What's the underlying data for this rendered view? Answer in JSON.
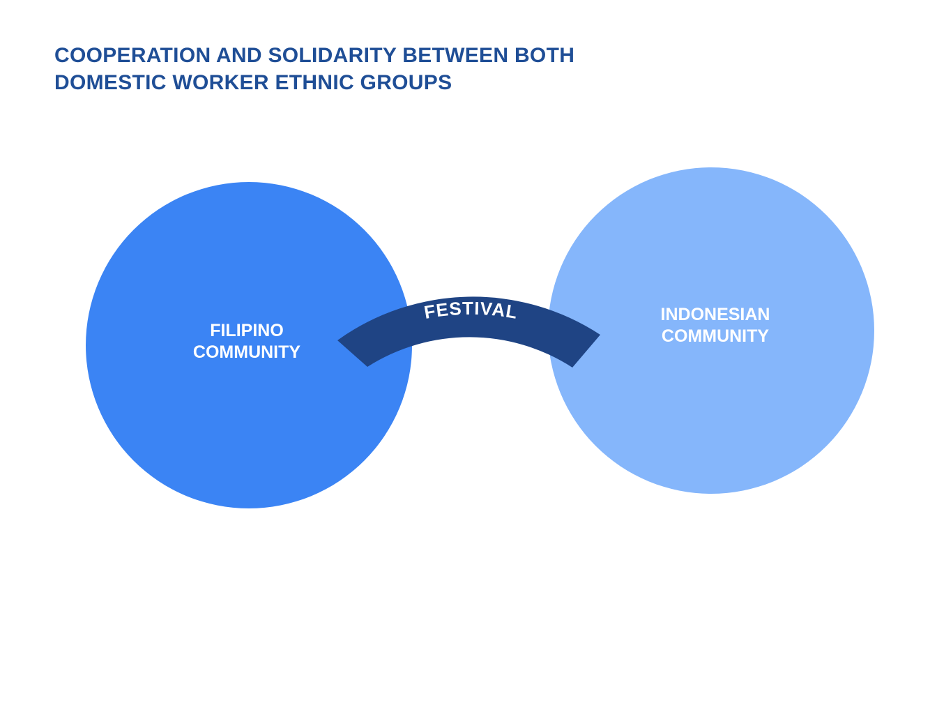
{
  "title": {
    "line1": "COOPERATION AND SOLIDARITY BETWEEN BOTH",
    "line2": "DOMESTIC WORKER ETHNIC GROUPS"
  },
  "left_circle": {
    "line1": "FILIPINO",
    "line2": "COMMUNITY",
    "color": "#3b84f4"
  },
  "right_circle": {
    "line1": "INDONESIAN",
    "line2": "COMMUNITY",
    "color": "#85b6fb"
  },
  "bridge": {
    "label": "FESTIVAL",
    "color": "#1f4484"
  },
  "colors": {
    "title": "#1f4e96",
    "circle_text": "#ffffff"
  }
}
